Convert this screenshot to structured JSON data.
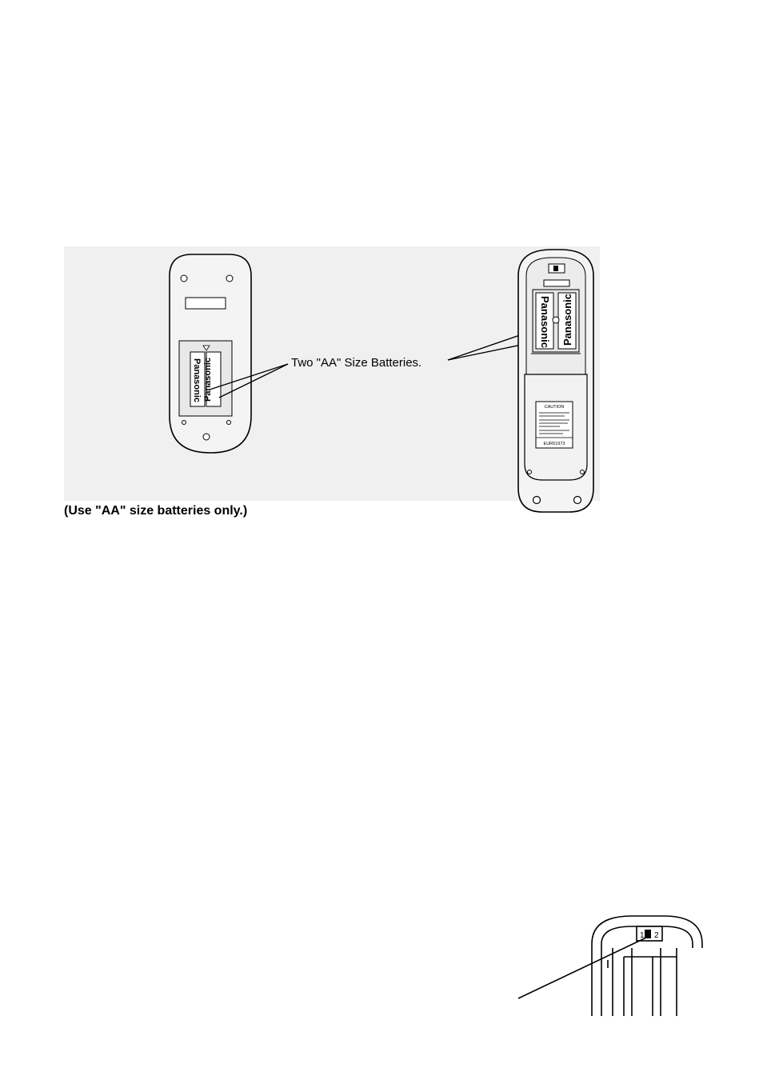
{
  "figure_top": {
    "callout_label": "Two \"AA\" Size Batteries.",
    "note": "(Use \"AA\" size batteries only.)",
    "battery_brand": "Panasonic",
    "caution_title": "CAUTION",
    "caution_code": "EUR51973"
  },
  "figure_bottom": {
    "switch_label_left": "1",
    "switch_label_right": "2"
  }
}
